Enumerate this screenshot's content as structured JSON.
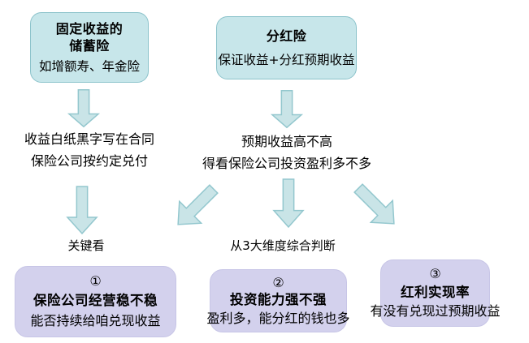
{
  "colors": {
    "background": "#ffffff",
    "text": "#000000",
    "teal_fill": "#c7e6ea",
    "teal_border": "#8cc3cb",
    "arrow_fill": "#c9e4e7",
    "arrow_border": "#93c7ce",
    "purple_fill": "#d3d1ed",
    "purple_border": "#c7c5e6"
  },
  "flow": {
    "left": {
      "box": {
        "title_line1": "固定收益的",
        "title_line2": "储蓄险",
        "subtitle": "如增额寿、年金险"
      },
      "note_line1": "收益白纸黑字写在合同",
      "note_line2": "保险公司按约定兑付",
      "branch_label": "关键看"
    },
    "right": {
      "box": {
        "title": "分红险",
        "subtitle": "保证收益+分红预期收益"
      },
      "note_line1": "预期收益高不高",
      "note_line2": "得看保险公司投资盈利多不多",
      "branch_label": "从3大维度综合判断"
    },
    "bottom_boxes": [
      {
        "number": "①",
        "title": "保险公司经营稳不稳",
        "subtitle": "能否持续给咱兑现收益"
      },
      {
        "number": "②",
        "title": "投资能力强不强",
        "subtitle": "盈利多，能分红的钱也多"
      },
      {
        "number": "③",
        "title": "红利实现率",
        "subtitle": "有没有兑现过预期收益"
      }
    ]
  }
}
